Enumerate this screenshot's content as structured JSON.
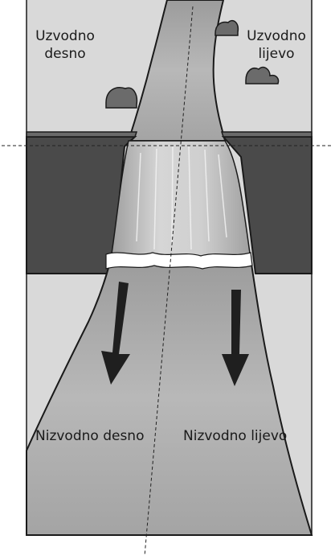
{
  "labels": {
    "upstream_right": {
      "line1": "Uzvodno",
      "line2": "desno"
    },
    "upstream_left": {
      "line1": "Uzvodno",
      "line2": "lijevo"
    },
    "downstream_right": "Nizvodno desno",
    "downstream_left": "Nizvodno lijevo"
  },
  "colors": {
    "background_land": "#d9d9d9",
    "river_water": "#a8a8a8",
    "river_light": "#c4c4c4",
    "cliff_face": "#4a4a4a",
    "foam": "#ffffff",
    "arrow": "#1f1f1f",
    "rock": "#6b6b6b",
    "outline": "#1a1a1a",
    "guide_line": "#222222"
  },
  "icons": [
    "downstream-arrow-icon",
    "rock-icon"
  ]
}
